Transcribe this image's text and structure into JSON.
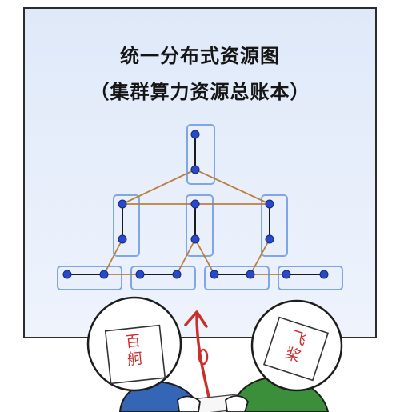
{
  "diagram": {
    "title": "统一分布式资源图",
    "subtitle": "（集群算力资源总账本）"
  },
  "characters": {
    "left_label": "百舸",
    "right_label": "飞桨"
  },
  "colors": {
    "node": "#2a49c8",
    "box_stroke": "#7fa7e6",
    "box_fill": "#e9f0fc",
    "cross_link": "#b97f3f",
    "arrow": "#c9302c",
    "left_shirt": "#3565b5",
    "right_shirt": "#3b8f3b"
  }
}
